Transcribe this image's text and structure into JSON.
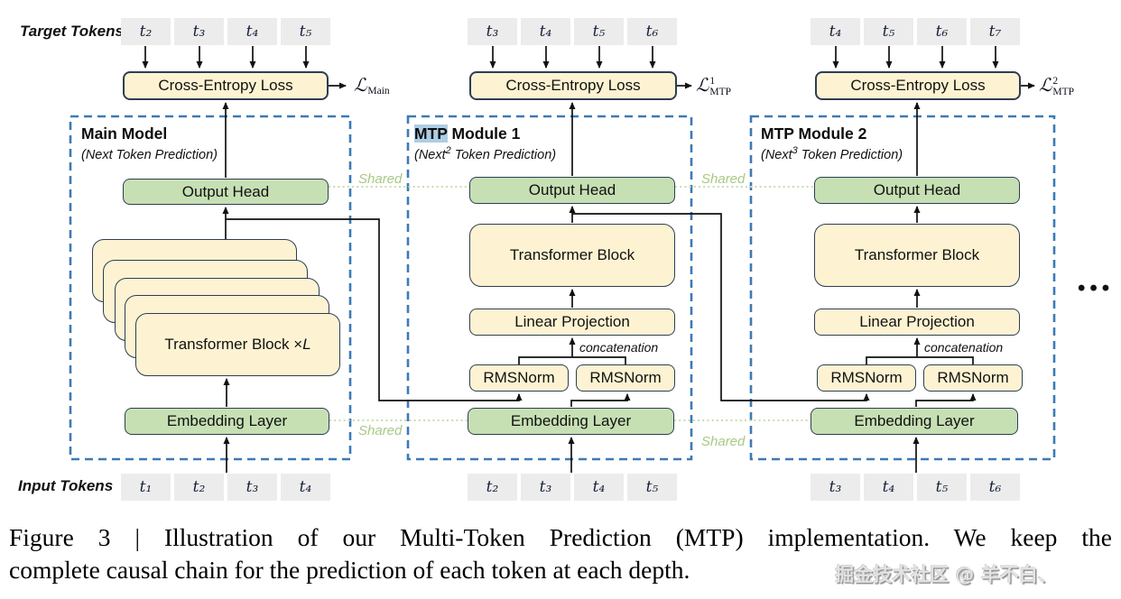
{
  "labels": {
    "target_tokens": "Target Tokens",
    "input_tokens": "Input Tokens",
    "shared": "Shared",
    "concatenation": "concatenation",
    "ellipsis": "•••"
  },
  "modules": {
    "main": {
      "title_highlight": "",
      "title": "Main Model",
      "subtitle_pre": "(Next",
      "subtitle_sup": "",
      "subtitle_post": " Token Prediction)",
      "cross_entropy": "Cross-Entropy Loss",
      "loss_symbol": "ℒ",
      "loss_sup": "",
      "loss_sub": "Main",
      "output_head": "Output Head",
      "stack_label": "Transformer Block × ",
      "stack_label_var": "L",
      "embedding": "Embedding Layer",
      "target_tokens": [
        "t₂",
        "t₃",
        "t₄",
        "t₅"
      ],
      "input_tokens": [
        "t₁",
        "t₂",
        "t₃",
        "t₄"
      ]
    },
    "mtp1": {
      "title_highlight": "MTP",
      "title": " Module 1",
      "subtitle_pre": "(Next",
      "subtitle_sup": "2",
      "subtitle_post": " Token Prediction)",
      "cross_entropy": "Cross-Entropy Loss",
      "loss_symbol": "ℒ",
      "loss_sup": "1",
      "loss_sub": "MTP",
      "output_head": "Output Head",
      "transformer_block": "Transformer Block",
      "linear_projection": "Linear Projection",
      "rmsnorm_left": "RMSNorm",
      "rmsnorm_right": "RMSNorm",
      "embedding": "Embedding Layer",
      "target_tokens": [
        "t₃",
        "t₄",
        "t₅",
        "t₆"
      ],
      "input_tokens": [
        "t₂",
        "t₃",
        "t₄",
        "t₅"
      ]
    },
    "mtp2": {
      "title_highlight": "",
      "title": "MTP Module 2",
      "subtitle_pre": "(Next",
      "subtitle_sup": "3",
      "subtitle_post": " Token Prediction)",
      "cross_entropy": "Cross-Entropy Loss",
      "loss_symbol": "ℒ",
      "loss_sup": "2",
      "loss_sub": "MTP",
      "output_head": "Output Head",
      "transformer_block": "Transformer Block",
      "linear_projection": "Linear Projection",
      "rmsnorm_left": "RMSNorm",
      "rmsnorm_right": "RMSNorm",
      "embedding": "Embedding Layer",
      "target_tokens": [
        "t₄",
        "t₅",
        "t₆",
        "t₇"
      ],
      "input_tokens": [
        "t₃",
        "t₄",
        "t₅",
        "t₆"
      ]
    }
  },
  "caption": {
    "line1": "Figure 3 | Illustration of our Multi-Token Prediction (MTP) implementation.  We keep the",
    "line2": "complete causal chain for the prediction of each token at each depth.",
    "watermark": "掘金技术社区 @ 羊不白、"
  },
  "colors": {
    "box_yellow": "#fdf3d2",
    "box_green": "#c6e0b4",
    "token_gray": "#ececec",
    "box_border_navy": "#2e3d54",
    "module_dashed_blue": "#3d7ab5",
    "shared_green": "#a9c986",
    "mtp_highlight_blue": "#aecde4"
  }
}
